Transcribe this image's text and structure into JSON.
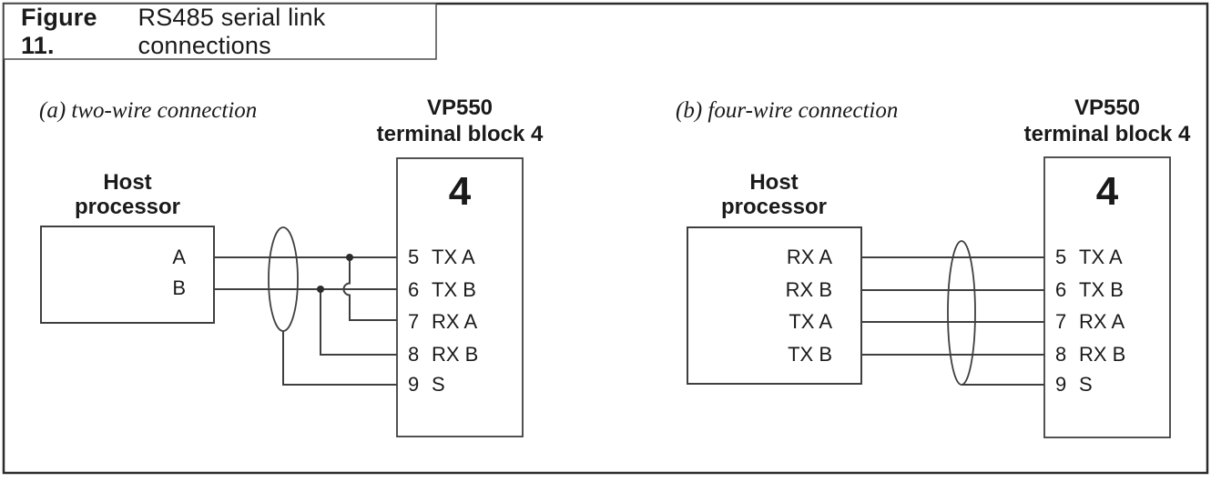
{
  "figure": {
    "label": "Figure 11.",
    "title": "RS485 serial link connections"
  },
  "diagrams": [
    {
      "caption": "(a) two-wire connection",
      "host": {
        "title": [
          "Host",
          "processor"
        ],
        "pins": [
          "A",
          "B"
        ]
      },
      "cable": "shielded-twisted-pair-ellipse",
      "terminal": {
        "device": "VP550",
        "block": "terminal block 4",
        "big_number": "4",
        "pins": [
          {
            "num": "5",
            "label": "TX A"
          },
          {
            "num": "6",
            "label": "TX B"
          },
          {
            "num": "7",
            "label": "RX A"
          },
          {
            "num": "8",
            "label": "RX B"
          },
          {
            "num": "9",
            "label": "S"
          }
        ]
      }
    },
    {
      "caption": "(b) four-wire connection",
      "host": {
        "title": [
          "Host",
          "processor"
        ],
        "pins": [
          "RX A",
          "RX B",
          "TX A",
          "TX B"
        ]
      },
      "cable": "shielded-twisted-pair-ellipse",
      "terminal": {
        "device": "VP550",
        "block": "terminal block 4",
        "big_number": "4",
        "pins": [
          {
            "num": "5",
            "label": "TX A"
          },
          {
            "num": "6",
            "label": "TX B"
          },
          {
            "num": "7",
            "label": "RX A"
          },
          {
            "num": "8",
            "label": "RX B"
          },
          {
            "num": "9",
            "label": "S"
          }
        ]
      }
    }
  ],
  "colors": {
    "line": "#3f3f3f",
    "frame": "#2b2b2b",
    "text": "#1a1a1a",
    "background": "#ffffff"
  }
}
